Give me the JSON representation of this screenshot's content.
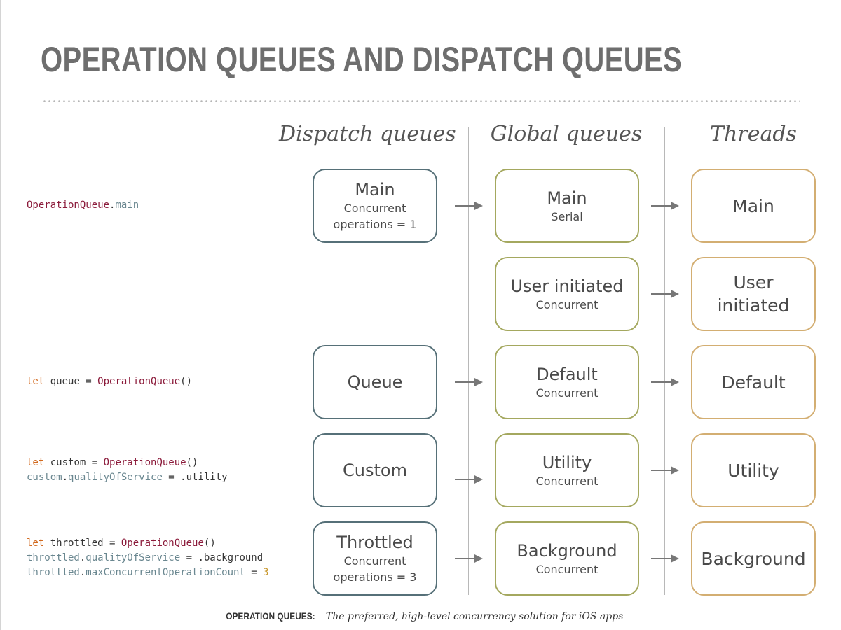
{
  "title": "OPERATION QUEUES AND DISPATCH QUEUES",
  "columns": {
    "dispatch": "Dispatch queues",
    "global": "Global queues",
    "threads": "Threads"
  },
  "dispatch_boxes": {
    "main": {
      "title": "Main",
      "sub1": "Concurrent",
      "sub2": "operations = 1"
    },
    "queue": {
      "title": "Queue"
    },
    "custom": {
      "title": "Custom"
    },
    "throttled": {
      "title": "Throttled",
      "sub1": "Concurrent",
      "sub2": "operations = 3"
    }
  },
  "global_boxes": {
    "main": {
      "title": "Main",
      "sub": "Serial"
    },
    "user_initiated": {
      "title": "User initiated",
      "sub": "Concurrent"
    },
    "default": {
      "title": "Default",
      "sub": "Concurrent"
    },
    "utility": {
      "title": "Utility",
      "sub": "Concurrent"
    },
    "background": {
      "title": "Background",
      "sub": "Concurrent"
    }
  },
  "thread_boxes": {
    "main": "Main",
    "user_initiated_1": "User",
    "user_initiated_2": "initiated",
    "default": "Default",
    "utility": "Utility",
    "background": "Background"
  },
  "code": {
    "main": {
      "type": "OperationQueue",
      "dot": ".",
      "prop": "main"
    },
    "queue": {
      "kw": "let",
      "rest": " queue = ",
      "type": "OperationQueue",
      "paren": "()"
    },
    "custom": {
      "kw": "let",
      "rest": " custom = ",
      "type": "OperationQueue",
      "paren": "()",
      "l2_var": "custom",
      "l2_dot": ".",
      "l2_prop": "qualityOfService",
      "l2_rest": " = .utility"
    },
    "throttled": {
      "kw": "let",
      "rest": " throttled = ",
      "type": "OperationQueue",
      "paren": "()",
      "l2_var": "throttled",
      "l2_dot": ".",
      "l2_prop": "qualityOfService",
      "l2_rest": " = .background",
      "l3_var": "throttled",
      "l3_dot": ".",
      "l3_prop": "maxConcurrentOperationCount",
      "l3_rest": " = ",
      "l3_num": "3"
    }
  },
  "caption": {
    "label": "OPERATION QUEUES:",
    "text": " The preferred, high-level concurrency solution for iOS apps"
  },
  "colors": {
    "dispatch_border": "#567078",
    "global_border": "#a4a85f",
    "thread_border": "#d3ae72",
    "keyword": "#d2691e",
    "type": "#8b1a3a",
    "property": "#6a8790",
    "number": "#c7962a"
  }
}
